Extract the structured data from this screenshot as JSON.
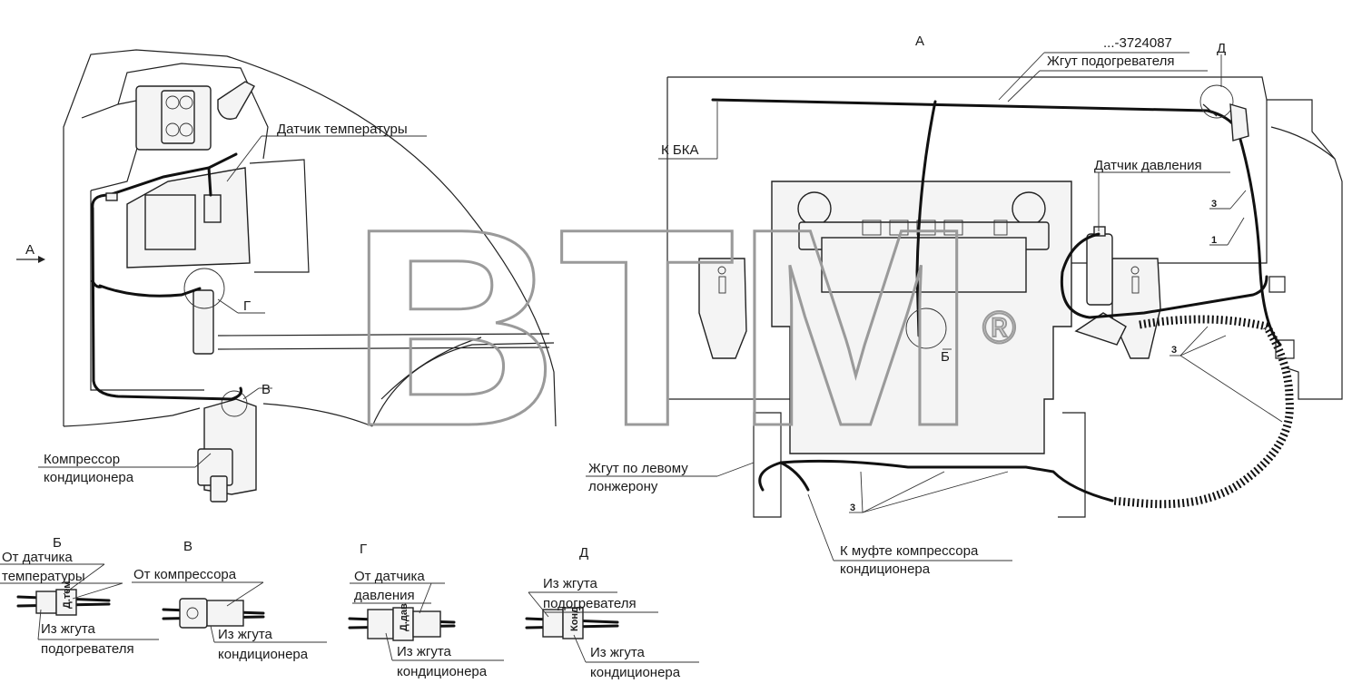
{
  "labels": {
    "view_a_top": "А",
    "view_a_left": "А",
    "part_number": "...-3724087",
    "heater_harness": "Жгут подогревателя",
    "marker_d": "Д",
    "to_bka": "К БКА",
    "temp_sensor": "Датчик температуры",
    "pressure_sensor": "Датчик давления",
    "num_3": "3",
    "num_1": "1",
    "marker_g": "Г",
    "marker_v": "В",
    "marker_b": "Б",
    "compressor_l1": "Компрессор",
    "compressor_l2": "кондиционера",
    "left_harness_l1": "Жгут по левому",
    "left_harness_l2": "лонжерону",
    "coupling_l1": "К муфте компрессора",
    "coupling_l2": "кондиционера"
  },
  "details": {
    "b": {
      "title": "Б",
      "from_l1": "От датчика",
      "from_l2": "температуры",
      "into_l1": "Из жгута",
      "into_l2": "подогревателя",
      "tag": "Д.тем"
    },
    "v": {
      "title": "В",
      "from": "От компрессора",
      "into_l1": "Из жгута",
      "into_l2": "кондиционера"
    },
    "g": {
      "title": "Г",
      "from_l1": "От датчика",
      "from_l2": "давления",
      "into_l1": "Из жгута",
      "into_l2": "кондиционера",
      "tag": "Д.дав"
    },
    "d": {
      "title": "Д",
      "from_l1": "Из жгута",
      "from_l2": "подогревателя",
      "into_l1": "Из жгута",
      "into_l2": "кондиционера",
      "tag": "Конд"
    }
  },
  "watermark": {
    "text": "BTM",
    "reg": "®"
  }
}
